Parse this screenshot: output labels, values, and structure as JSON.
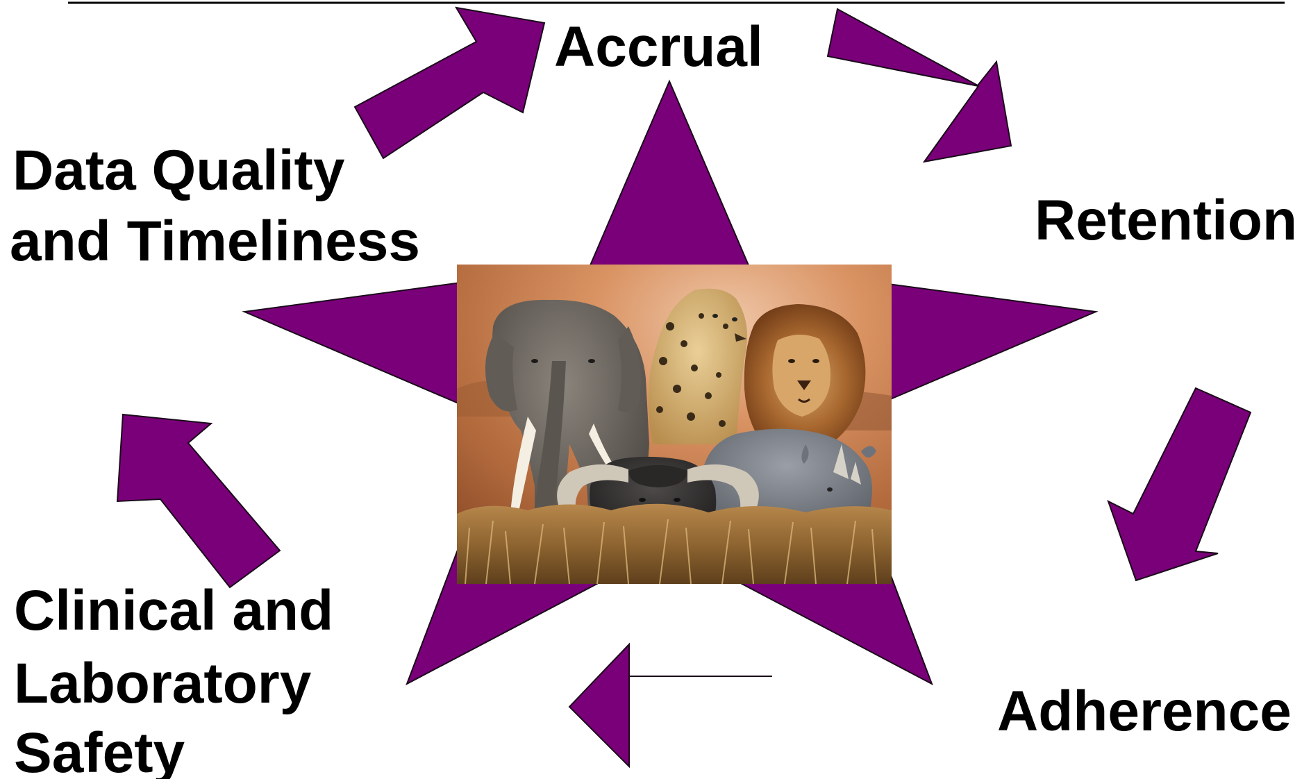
{
  "colors": {
    "accent": "#7a0079",
    "outline": "#1a0a1a",
    "text": "#000000",
    "background": "#ffffff",
    "rule": "#000000"
  },
  "labels": {
    "accrual": "Accrual",
    "retention": "Retention",
    "adherence": "Adherence",
    "clinical_safety": [
      "Clinical and",
      "Laboratory",
      "Safety"
    ],
    "data_quality": [
      "Data Quality",
      "and Timeliness"
    ]
  },
  "center_image": {
    "icon": "african-big-five-photo",
    "animals": [
      "elephant",
      "leopard",
      "lion",
      "cape buffalo",
      "rhinoceros"
    ]
  },
  "cycle": [
    "Accrual",
    "Retention",
    "Adherence",
    "Clinical and Laboratory Safety",
    "Data Quality and Timeliness"
  ]
}
